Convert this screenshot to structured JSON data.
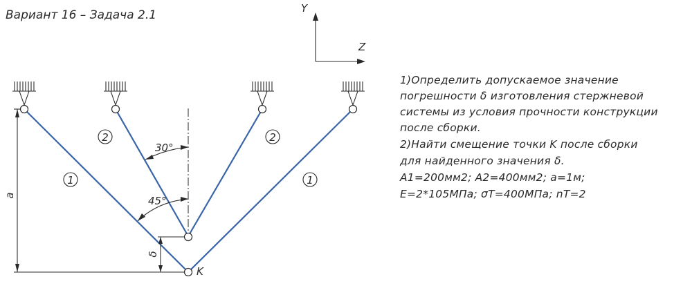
{
  "header": {
    "title": "Вариант 16 – Задача 2.1"
  },
  "axes": {
    "y_label": "Y",
    "z_label": "Z"
  },
  "labels": {
    "rod1": "1",
    "rod2": "2",
    "angle30": "30°",
    "angle45": "45°",
    "dim_a": "a",
    "delta": "δ",
    "point_k": "K"
  },
  "task": {
    "line1": "1)Определить допускаемое значение",
    "line2": "погрешности δ изготовления стержневой",
    "line3": "системы из условия прочности конструкции",
    "line4": "после сборки.",
    "line5": "2)Найти смещение точки K после сборки",
    "line6": "для найденного значения δ.",
    "line7": "A1=200мм2;  A2=400мм2;  a=1м;",
    "line8": "E=2*105МПа;  σT=400МПа;  nT=2"
  },
  "colors": {
    "rod": "#3a64a8",
    "ink": "#2a2a2a"
  }
}
